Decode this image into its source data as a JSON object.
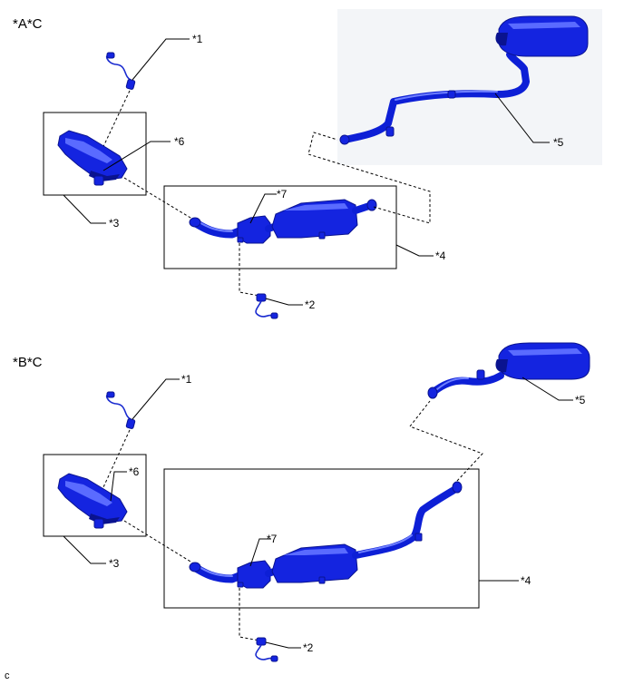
{
  "sections": [
    {
      "label": "*A*C",
      "callouts": {
        "c1": "*1",
        "c2": "*2",
        "c3": "*3",
        "c4": "*4",
        "c5": "*5",
        "c6": "*6",
        "c7": "*7"
      }
    },
    {
      "label": "*B*C",
      "callouts": {
        "c1": "*1",
        "c2": "*2",
        "c3": "*3",
        "c4": "*4",
        "c5": "*5",
        "c6": "*6",
        "c7": "*7"
      }
    }
  ],
  "footer_code": "c",
  "colors": {
    "part_blue": "#1424e0",
    "part_dark": "#0a1390",
    "part_highlight": "#5a6bff",
    "line": "#000000"
  }
}
